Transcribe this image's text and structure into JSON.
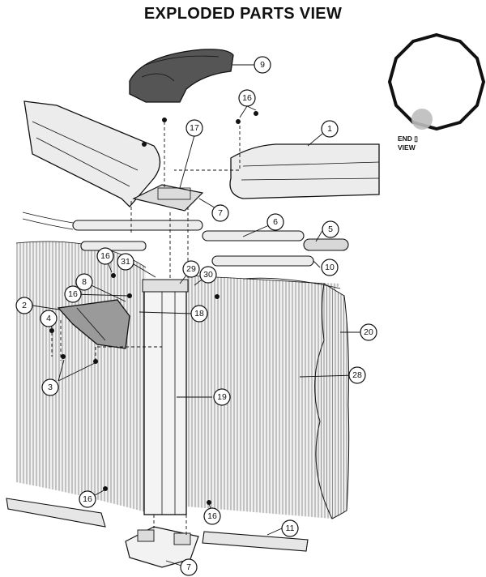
{
  "title": "EXPLODED PARTS VIEW",
  "end_view": {
    "line1": "END ▯",
    "line2": "VIEW"
  },
  "callouts": [
    {
      "id": "c9",
      "label": "9"
    },
    {
      "id": "c16a",
      "label": "16"
    },
    {
      "id": "c1",
      "label": "1"
    },
    {
      "id": "c17",
      "label": "17"
    },
    {
      "id": "c7a",
      "label": "7"
    },
    {
      "id": "c6",
      "label": "6"
    },
    {
      "id": "c5",
      "label": "5"
    },
    {
      "id": "c16b",
      "label": "16"
    },
    {
      "id": "c31",
      "label": "31"
    },
    {
      "id": "c29",
      "label": "29"
    },
    {
      "id": "c30",
      "label": "30"
    },
    {
      "id": "c10",
      "label": "10"
    },
    {
      "id": "c8",
      "label": "8"
    },
    {
      "id": "c16c",
      "label": "16"
    },
    {
      "id": "c2",
      "label": "2"
    },
    {
      "id": "c18",
      "label": "18"
    },
    {
      "id": "c4",
      "label": "4"
    },
    {
      "id": "c20",
      "label": "20"
    },
    {
      "id": "c28",
      "label": "28"
    },
    {
      "id": "c3",
      "label": "3"
    },
    {
      "id": "c19",
      "label": "19"
    },
    {
      "id": "c16d",
      "label": "16"
    },
    {
      "id": "c16e",
      "label": "16"
    },
    {
      "id": "c11",
      "label": "11"
    },
    {
      "id": "c7b",
      "label": "7"
    }
  ],
  "colors": {
    "ink": "#111111",
    "wall_fill": "#e4e4e4",
    "rail_fill": "#ececec",
    "highlight": "#bdbdbd"
  }
}
